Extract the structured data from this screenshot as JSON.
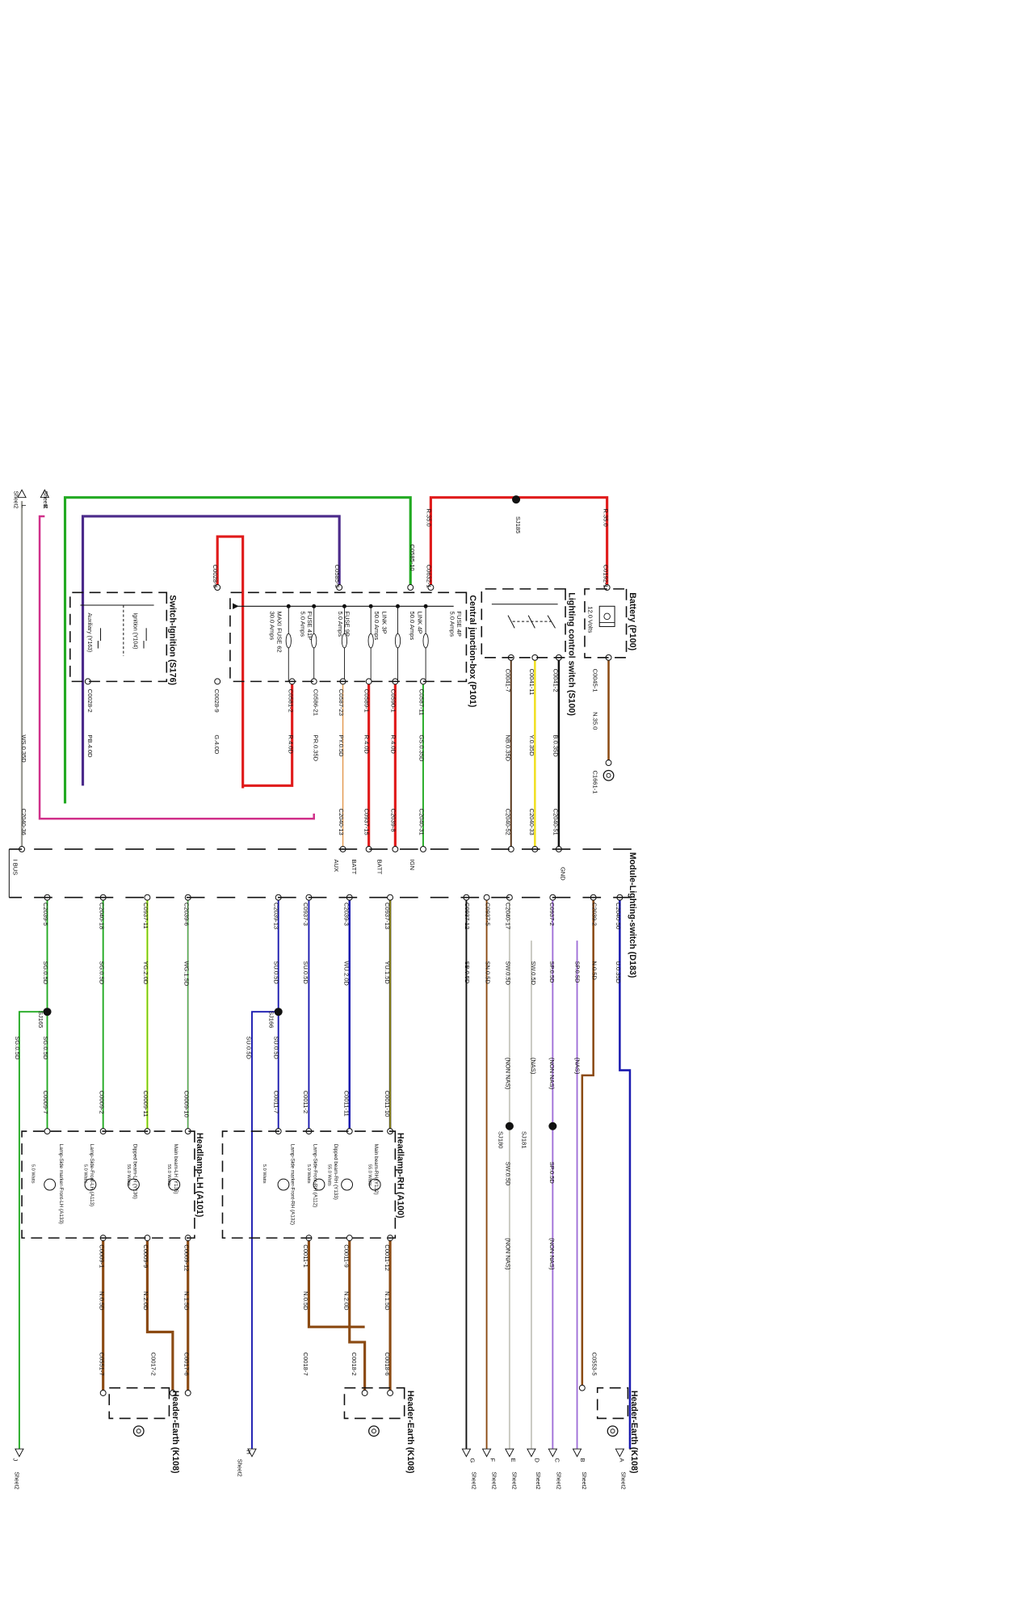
{
  "components": {
    "battery": {
      "name": "Battery (P100)",
      "voltage": "12.0 Volts"
    },
    "lighting_switch": {
      "name": "Lighting control switch (S100)"
    },
    "cjb": {
      "name": "Central junction-box (P101)"
    },
    "ignition_switch": {
      "name": "Switch-Ignition (S176)",
      "contact_1": "Ignition (Y104)",
      "contact_2": "Auxiliary (Y163)"
    },
    "module": {
      "name": "Module-Lighting-switch (D183)"
    },
    "headlamp_rh": {
      "name": "Headlamp-RH (A100)"
    },
    "headlamp_lh": {
      "name": "Headlamp-LH (A101)"
    },
    "header_earth": {
      "name": "Header-Earth (K108)"
    }
  },
  "fuses": [
    {
      "name": "FUSE 4P",
      "rating": "5.0 Amps"
    },
    {
      "name": "LINK 4P",
      "rating": "50.0 Amps"
    },
    {
      "name": "LINK 3P",
      "rating": "50.0 Amps"
    },
    {
      "name": "FUSE 9P",
      "rating": "5.0 Amps"
    },
    {
      "name": "FUSE 41P",
      "rating": "5.0 Amps"
    },
    {
      "name": "MAXI FUSE 62",
      "rating": "30.0 Amps"
    }
  ],
  "splices": [
    "SJ185",
    "SJ181",
    "SJ180",
    "SJ166",
    "SJ165"
  ],
  "module_pins": [
    "IGN",
    "BATT",
    "BATT",
    "AUX",
    "I BUS",
    "GND"
  ],
  "conn": {
    "c0192_1": "C0192-1",
    "c0632_1": "C0632-1",
    "c0585_10": "C0585-10",
    "c0585_5": "C0585-5",
    "c0028_6": "C0028-6",
    "c0045_1": "C0045-1",
    "c1661_1": "C1661-1",
    "c0041_2": "C0041-2",
    "c0041_11": "C0041-11",
    "c0041_7": "C0041-7",
    "c2040_51": "C2040-51",
    "c2040_33": "C2040-33",
    "c2040_52": "C2040-52",
    "c0587_11": "C0587-11",
    "c0590_1": "C0590-1",
    "c0589_1": "C0589-1",
    "c0587_23": "C0587-23",
    "c0586_21": "C0586-21",
    "c0581_2": "C0581-2",
    "c2040_31": "C2040-31",
    "c2039_8": "C2039-8",
    "c0937_15": "C0937-15",
    "c2040_13": "C2040-13",
    "c0028_9": "C0028-9",
    "c0028_2": "C0028-2",
    "c2040_36": "C2040-36",
    "c2040_50": "C2040-50",
    "c2039_2": "C2039-2",
    "c0937_2": "C0937-2",
    "c2040_17": "C2040-17",
    "c0937_5": "C0937-5",
    "c0937_12": "C0937-12",
    "c0937_13": "C0937-13",
    "c2039_3": "C2039-3",
    "c0937_3": "C0937-3",
    "c2039_13": "C2039-13",
    "c2039_6": "C2039-6",
    "c0937_11": "C0937-11",
    "c2040_18": "C2040-18",
    "c2039_5": "C2039-5",
    "c0011_10": "C0011-10",
    "c0011_11": "C0011-11",
    "c0011_2": "C0011-2",
    "c0011_7": "C0011-7",
    "c0009_10": "C0009-10",
    "c0009_11": "C0009-11",
    "c0009_2": "C0009-2",
    "c0009_7": "C0009-7",
    "c0011_12": "C0011-12",
    "c0011_9": "C0011-9",
    "c0011_1": "C0011-1",
    "c0009_12": "C0009-12",
    "c0009_9": "C0009-9",
    "c0009_1": "C0009-1",
    "c0018_6": "C0018-6",
    "c0018_2": "C0018-2",
    "c0018_7": "C0018-7",
    "c0017_6": "C0017-6",
    "c0017_2": "C0017-2",
    "c0551_7": "C0551-7",
    "c0553_5": "C0553-5"
  },
  "wires": {
    "r35": "R.35.0",
    "n35": "N.35.0",
    "b035": "B.0.35D",
    "y035": "Y.0.35D",
    "nb035": "NB.0.35D",
    "gs035": "GS.0.35D",
    "r40": "R.4.0D",
    "py05": "PY.0.5D",
    "pr035": "PR.0.35D",
    "g40": "G.4.0D",
    "pb40": "PB.4.0D",
    "ws035": "WS.0.35D",
    "u035": "U.0.35D",
    "n05": "N.0.5D",
    "sp05": "SP.0.5D",
    "sw05": "SW.0.5D",
    "sn05": "SN.0.5D",
    "sb05": "SB.0.5D",
    "yu15": "YU.1.5D",
    "wu20": "WU.2.0D",
    "su05": "SU.0.5D",
    "wg15": "WG.1.5D",
    "yg20": "YG.2.0D",
    "sg05": "SG.0.5D",
    "n15": "N.1.5D",
    "n20": "N.2.0D"
  },
  "notes": {
    "nas": "(NAS)",
    "non_nas": "(NON NAS)"
  },
  "lamps": {
    "rh_main": "Main beam-RH (Y132)",
    "rh_dipped": "Dipped beam-RH (Y133)",
    "rh_side": "Lamp-Side-Front-RH (A112)",
    "rh_marker": "Lamp-Side marker-Front-RH (A132)",
    "lh_main": "Main beam-LH (Y135)",
    "lh_dipped": "Dipped beam-LH (Y136)",
    "lh_side": "Lamp-Side-Front-LH (A113)",
    "lh_marker": "Lamp-Side marker-Front-LH (A133)",
    "w55": "55.0 Watts",
    "w5": "5.0 Watts"
  },
  "sheet_refs": [
    {
      "letter": "A",
      "label": "Sheet2"
    },
    {
      "letter": "B",
      "label": "Sheet2"
    },
    {
      "letter": "C",
      "label": "Sheet2"
    },
    {
      "letter": "D",
      "label": "Sheet2"
    },
    {
      "letter": "E",
      "label": "Sheet2"
    },
    {
      "letter": "F",
      "label": "Sheet2"
    },
    {
      "letter": "G",
      "label": "Sheet2"
    },
    {
      "letter": "H",
      "label": "Sheet2"
    },
    {
      "letter": "J",
      "label": "Sheet2"
    },
    {
      "letter": "K",
      "label": "Sheet2"
    },
    {
      "letter": "L",
      "label": "Sheet2"
    }
  ],
  "colors": {
    "red": "#e01b1b",
    "green": "#22aa22",
    "purple": "#4b2a8a",
    "magenta": "#d0308a",
    "brown": "#8b4a12",
    "black": "#111111",
    "yellow": "#f0e020",
    "blue": "#1a1ab0",
    "violet": "#a070d8",
    "grey": "#c8c8c0",
    "pale_green": "#9ad070",
    "lime": "#c4e830",
    "orange_thin": "#e09040"
  }
}
